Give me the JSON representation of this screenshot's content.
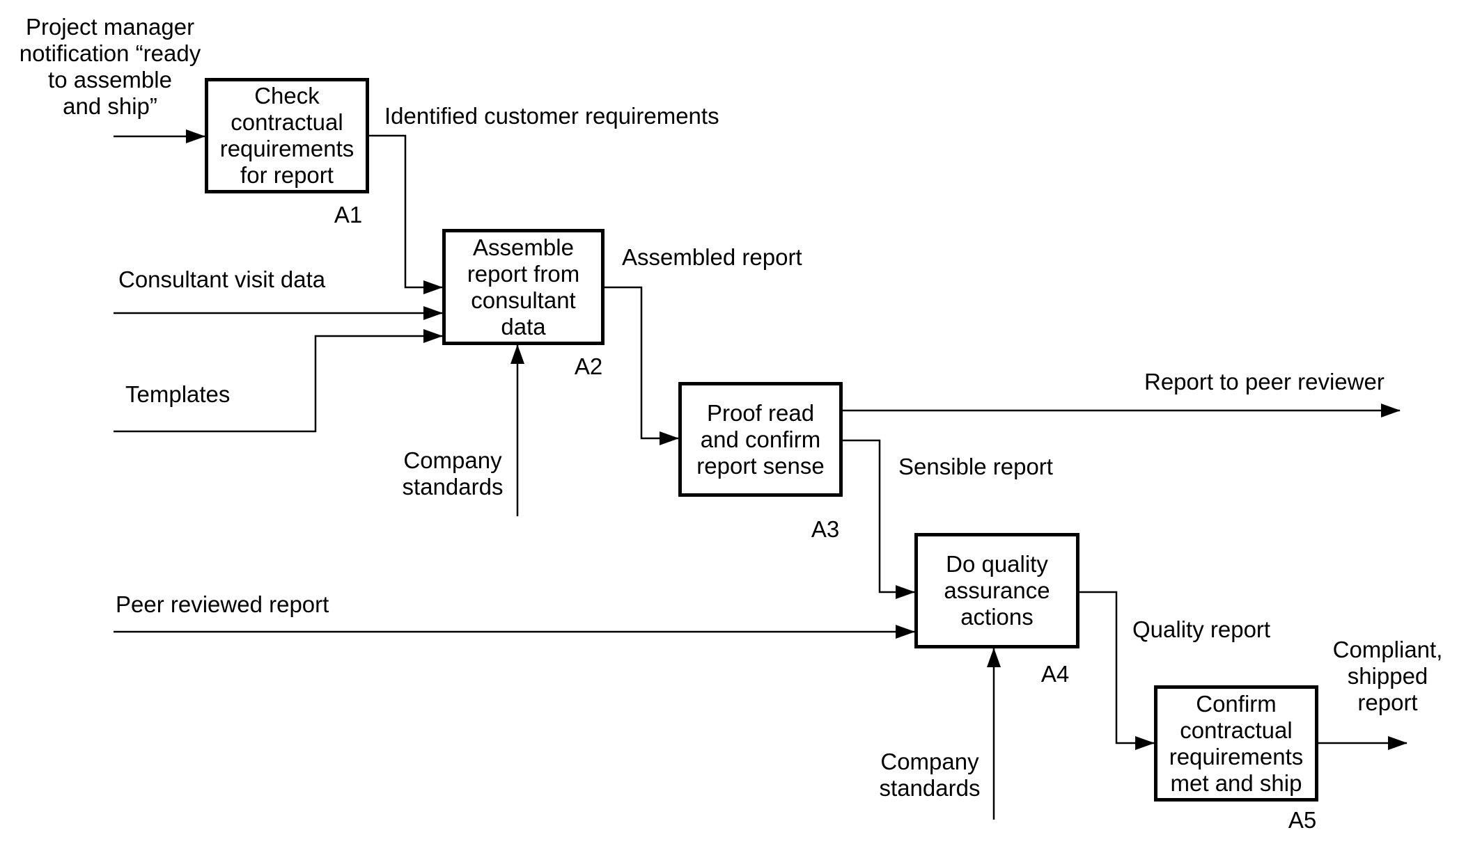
{
  "colors": {
    "ink": "#000000",
    "background": "#ffffff"
  },
  "boxes": [
    {
      "tag": "A1",
      "label": "Check\ncontractual\nrequirements\nfor report"
    },
    {
      "tag": "A2",
      "label": "Assemble\nreport from\nconsultant\ndata"
    },
    {
      "tag": "A3",
      "label": "Proof read\nand confirm\nreport sense"
    },
    {
      "tag": "A4",
      "label": "Do quality\nassurance\nactions"
    },
    {
      "tag": "A5",
      "label": "Confirm\ncontractual\nrequirements\nmet and ship"
    }
  ],
  "labels": {
    "pm_notification": "Project manager\nnotification “ready\nto assemble\nand ship”",
    "identified_requirements": "Identified customer requirements",
    "consultant_visit_data": "Consultant visit data",
    "templates": "Templates",
    "company_standards_a2": "Company\nstandards",
    "assembled_report": "Assembled report",
    "report_to_peer_reviewer": "Report to peer reviewer",
    "sensible_report": "Sensible report",
    "peer_reviewed_report": "Peer reviewed report",
    "company_standards_a4": "Company\nstandards",
    "quality_report": "Quality report",
    "compliant_shipped_report": "Compliant,\nshipped\nreport"
  }
}
